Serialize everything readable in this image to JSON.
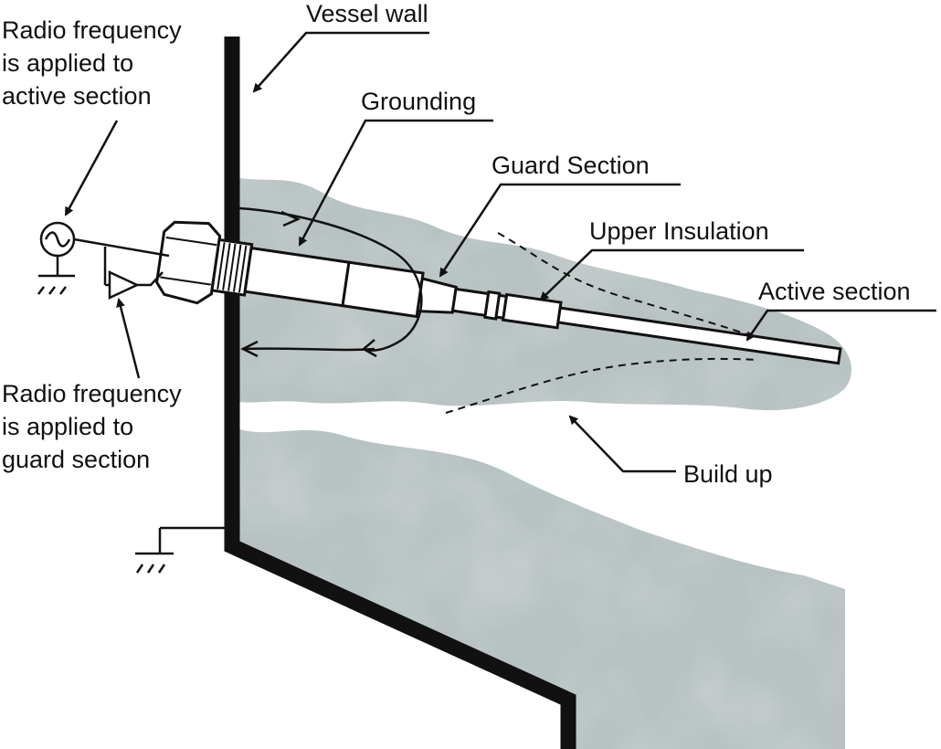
{
  "labels": {
    "vessel_wall": "Vessel wall",
    "rf_active_line1": "Radio frequency",
    "rf_active_line2": "is applied to",
    "rf_active_line3": "active section",
    "grounding": "Grounding",
    "guard_section": "Guard Section",
    "upper_insulation": "Upper Insulation",
    "active_section": "Active section",
    "rf_guard_line1": "Radio frequency",
    "rf_guard_line2": "is applied to",
    "rf_guard_line3": "guard section",
    "build_up": "Build up"
  },
  "colors": {
    "buildup_fill": "#b3bdbd",
    "buildup_mottle": "#9ea9a9",
    "wall": "#111111",
    "probe_fill": "#ffffff",
    "line": "#111111"
  },
  "icons": {
    "rf_source": "ac-source-icon",
    "ground": "ground-icon",
    "amplifier": "buffer-amplifier-icon"
  }
}
